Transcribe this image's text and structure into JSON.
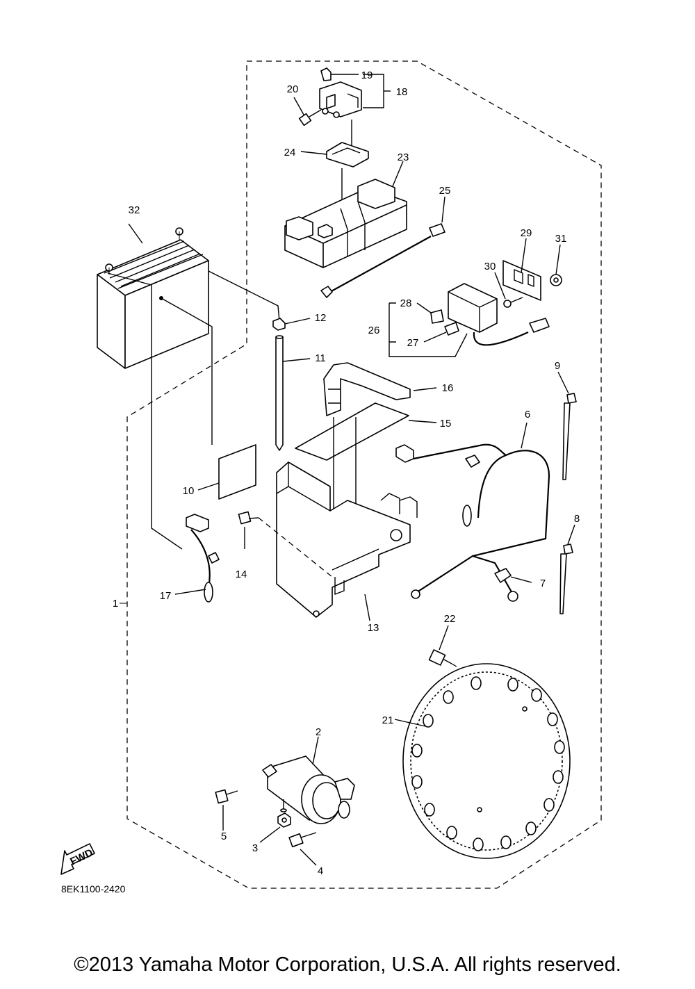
{
  "callouts": {
    "c1": "1",
    "c2": "2",
    "c3": "3",
    "c4": "4",
    "c5": "5",
    "c6": "6",
    "c7": "7",
    "c8": "8",
    "c9": "9",
    "c10": "10",
    "c11": "11",
    "c12": "12",
    "c13": "13",
    "c14": "14",
    "c15": "15",
    "c16": "16",
    "c17": "17",
    "c18": "18",
    "c19": "19",
    "c20": "20",
    "c21": "21",
    "c22": "22",
    "c23": "23",
    "c24": "24",
    "c25": "25",
    "c26": "26",
    "c27": "27",
    "c28": "28",
    "c29": "29",
    "c30": "30",
    "c31": "31",
    "c32": "32"
  },
  "fwd_label": "FWD",
  "catalog_code": "8EK1100-2420",
  "copyright": "©2013 Yamaha Motor Corporation, U.S.A. All rights reserved."
}
